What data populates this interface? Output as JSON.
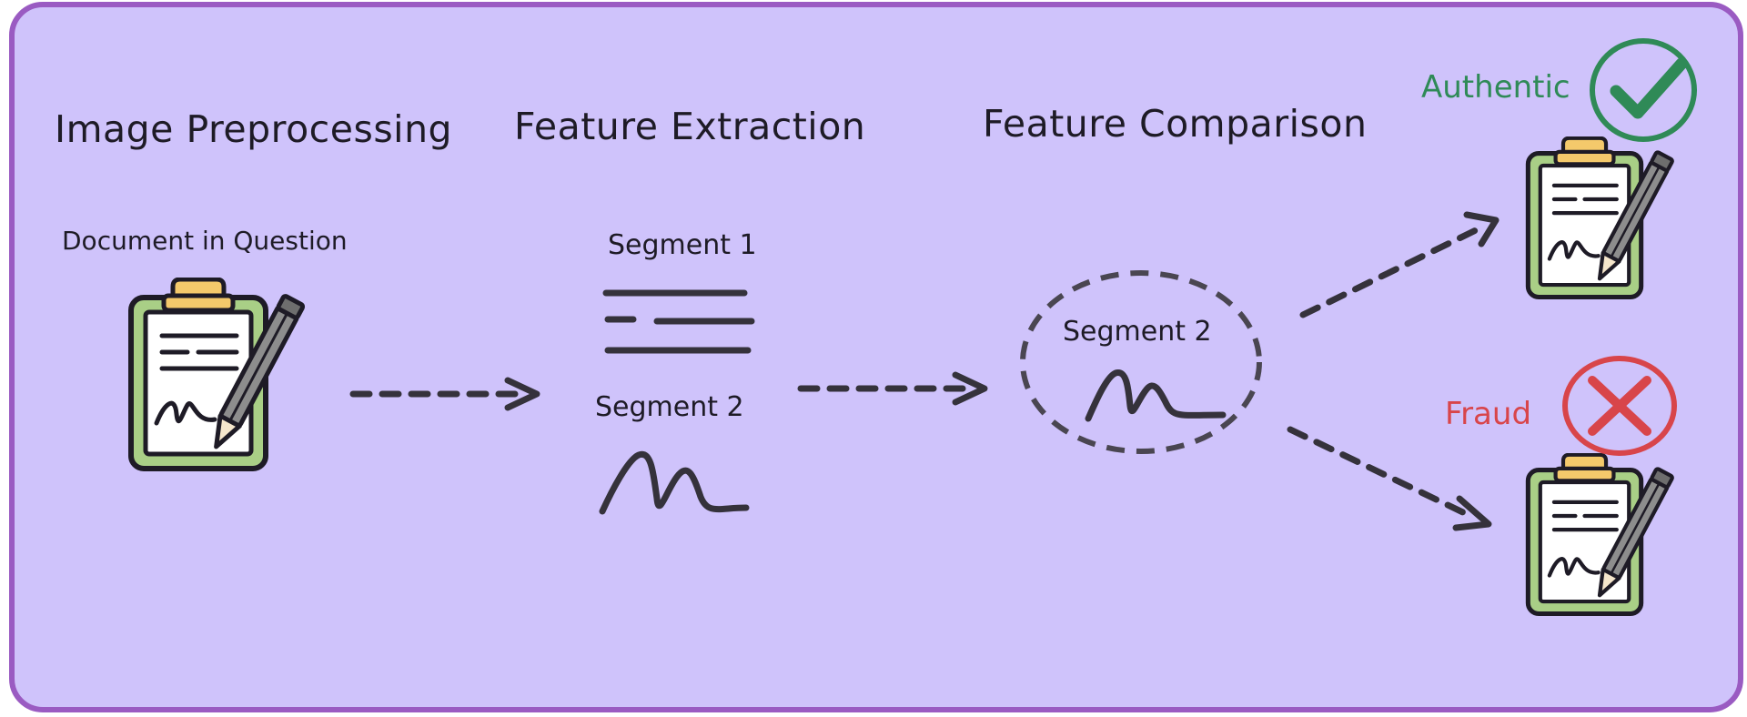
{
  "diagram": {
    "colors": {
      "background": "#cfc3fb",
      "frame_border": "#9a5bc2",
      "ink": "#35323b",
      "authentic": "#2f8a57",
      "fraud": "#d8454a",
      "clipboard_rim": "#a9cf86",
      "clipboard_clip": "#f4c96b",
      "pencil": "#8d8d8d"
    },
    "stages": [
      {
        "title": "Image Preprocessing"
      },
      {
        "title": "Feature Extraction"
      },
      {
        "title": "Feature Comparison"
      }
    ],
    "input": {
      "label": "Document in Question",
      "icon": "clipboard-document-icon"
    },
    "extraction": {
      "segment_1_label": "Segment 1",
      "segment_2_label": "Segment 2",
      "segment_1_icon": "text-lines-icon",
      "segment_2_icon": "signature-icon"
    },
    "comparison": {
      "segment_label": "Segment 2",
      "icon": "signature-icon"
    },
    "outcomes": [
      {
        "label": "Authentic",
        "icon": "checkmark-circle-icon"
      },
      {
        "label": "Fraud",
        "icon": "cross-circle-icon"
      }
    ]
  }
}
